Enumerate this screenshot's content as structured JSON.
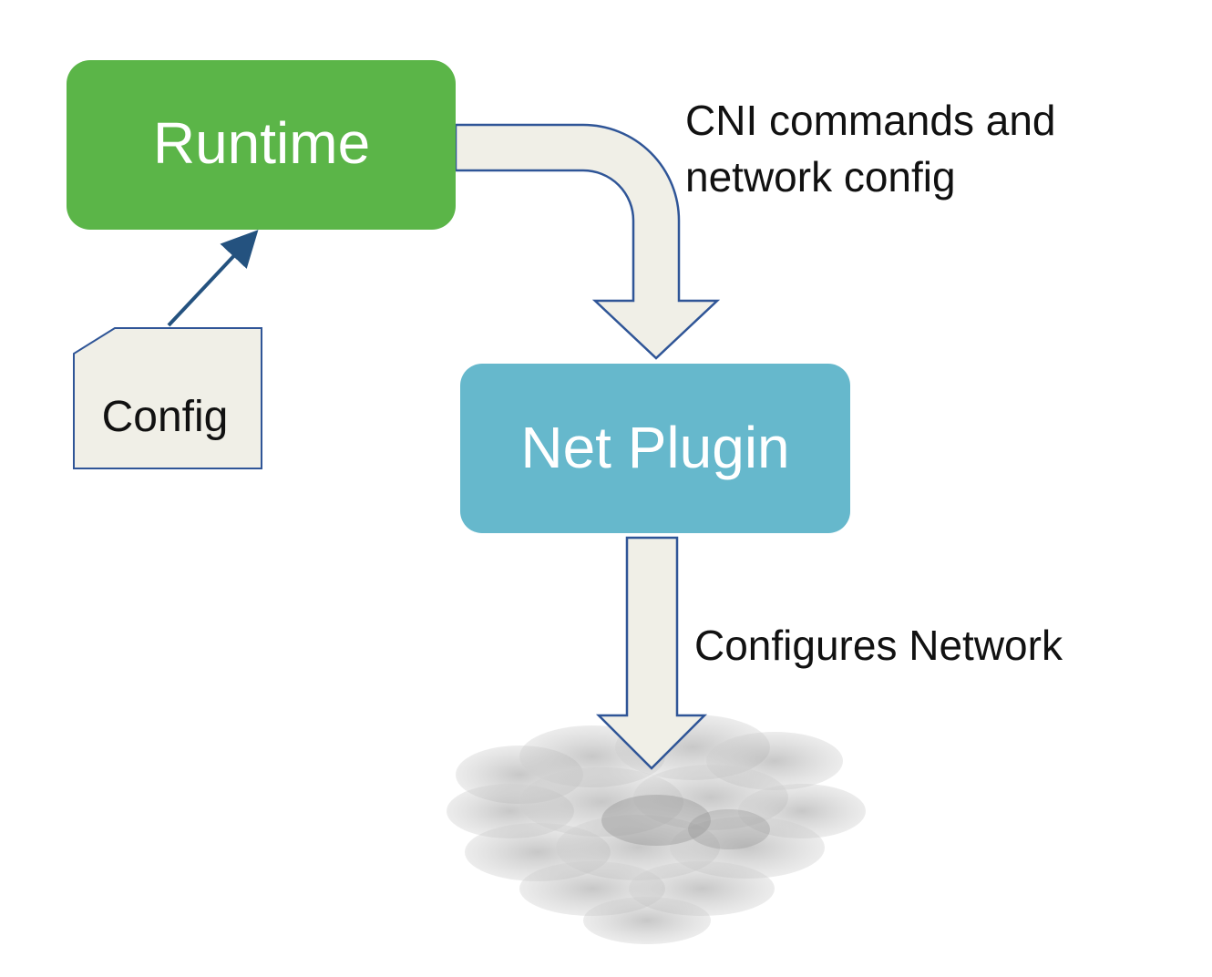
{
  "nodes": {
    "runtime": {
      "label": "Runtime",
      "color": "#5bb548"
    },
    "net_plugin": {
      "label": "Net Plugin",
      "color": "#66b8cc"
    },
    "config": {
      "label": "Config",
      "color": "#f0efe7"
    },
    "network": {
      "icon": "cloud-icon",
      "color": "#bdbdbd"
    }
  },
  "edges": {
    "runtime_to_plugin": {
      "label_lines": [
        "CNI commands and",
        "network config"
      ]
    },
    "plugin_to_network": {
      "label": "Configures Network"
    },
    "config_to_runtime": {
      "color": "#24527f"
    }
  },
  "colors": {
    "arrow_fill": "#f0efe7",
    "arrow_stroke": "#2f5597"
  }
}
